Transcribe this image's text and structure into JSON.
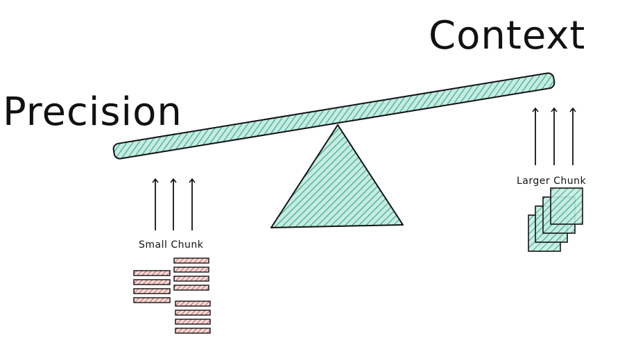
{
  "labels": {
    "precision": "Precision",
    "context": "Context",
    "small_chunk": "Small Chunk",
    "larger_chunk": "Larger Chunk"
  },
  "colors": {
    "ink": "#111111",
    "teal_hatch": "#3aa98f",
    "teal_fill": "#b9e6da",
    "red_hatch": "#c0504d",
    "red_fill": "#f4d6d4"
  }
}
